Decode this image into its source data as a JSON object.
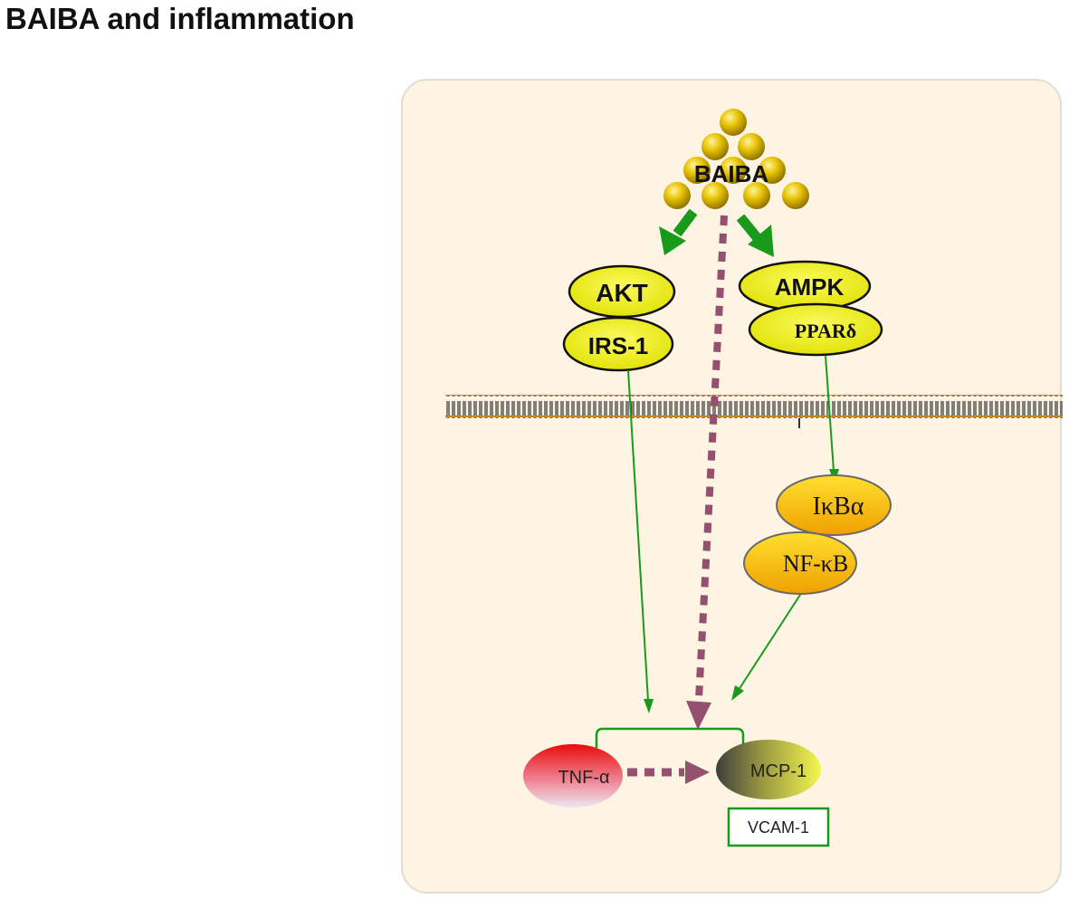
{
  "title": "BAIBA and inflammation",
  "nodes": {
    "baiba": "BAIBA",
    "akt": "AKT",
    "irs1": "IRS-1",
    "ampk": "AMPK",
    "ppard": "PPARδ",
    "ikba": "IκBα",
    "nfkb": "NF-κB",
    "tnfa": "TNF-α",
    "mcp1": "MCP-1",
    "vcam1": "VCAM-1"
  },
  "colors": {
    "panel_fill": "#fdf4e4",
    "panel_stroke": "#e2ddd3",
    "activation_arrow": "#1a9a1a",
    "dotted_arrow": "#94506e",
    "membrane_head": "#e08a10",
    "membrane_tail": "#1e1e1e",
    "baiba_sphere": "#d4b000",
    "receptor_fill": "#eaea10",
    "nfkb_fill": "#f5c000",
    "tnf_fill": "#e21818",
    "mcp_fill": "#eef048"
  }
}
